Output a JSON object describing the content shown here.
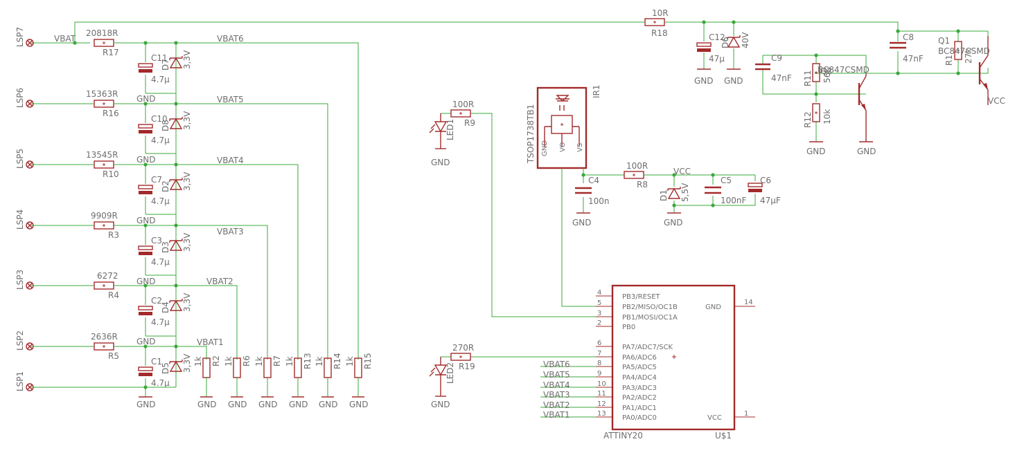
{
  "connectors": [
    "LSP7",
    "LSP6",
    "LSP5",
    "LSP4",
    "LSP3",
    "LSP2",
    "LSP1"
  ],
  "net_vbat": "VBAT",
  "resistors": {
    "r17": {
      "name": "R17",
      "value": "20818R"
    },
    "r16": {
      "name": "R16",
      "value": "15363R"
    },
    "r10": {
      "name": "R10",
      "value": "13545R"
    },
    "r3": {
      "name": "R3",
      "value": "9909R"
    },
    "r4": {
      "name": "R4",
      "value": "6272"
    },
    "r5": {
      "name": "R5",
      "value": "2636R"
    },
    "r18": {
      "name": "R18",
      "value": "10R"
    },
    "r9": {
      "name": "R9",
      "value": "100R"
    },
    "r19": {
      "name": "R19",
      "value": "270R"
    },
    "r8": {
      "name": "R8",
      "value": "100R"
    },
    "r11": {
      "name": "R11",
      "value": "56k"
    },
    "r12": {
      "name": "R12",
      "value": "10k"
    },
    "r1": {
      "name": "R1",
      "value": "27k"
    },
    "r2": {
      "name": "R2",
      "value": "1k"
    },
    "r6": {
      "name": "R6",
      "value": "1k"
    },
    "r7": {
      "name": "R7",
      "value": "1k"
    },
    "r13": {
      "name": "R13",
      "value": "1k"
    },
    "r14": {
      "name": "R14",
      "value": "1k"
    },
    "r15": {
      "name": "R15",
      "value": "1k"
    }
  },
  "caps": {
    "c11": {
      "name": "C11",
      "value": "4.7µ"
    },
    "c10": {
      "name": "C10",
      "value": "4.7µ"
    },
    "c7": {
      "name": "C7",
      "value": "4.7µ"
    },
    "c3": {
      "name": "C3",
      "value": "4.7µ"
    },
    "c2": {
      "name": "C2",
      "value": "4.7µ"
    },
    "c1": {
      "name": "C1",
      "value": "4.7µ"
    },
    "c12": {
      "name": "C12",
      "value": "47µ"
    },
    "c8": {
      "name": "C8",
      "value": "47nF"
    },
    "c9": {
      "name": "C9",
      "value": "47nF"
    },
    "c4": {
      "name": "C4",
      "value": "100n"
    },
    "c5": {
      "name": "C5",
      "value": "100nF"
    },
    "c6": {
      "name": "C6",
      "value": "47µF"
    }
  },
  "diodes": {
    "d7": {
      "name": "D7",
      "value": "3,3V"
    },
    "d8": {
      "name": "D8",
      "value": "3,3V"
    },
    "d2": {
      "name": "D2",
      "value": "3,3V"
    },
    "d3": {
      "name": "D3",
      "value": "3,3V"
    },
    "d4": {
      "name": "D4",
      "value": "3,3V"
    },
    "d5": {
      "name": "D5",
      "value": "3,3V"
    },
    "d6": {
      "name": "D6",
      "value": "40V"
    },
    "d1": {
      "name": "D1",
      "value": "5,5V"
    }
  },
  "nets": {
    "vbat6": "VBAT6",
    "vbat5": "VBAT5",
    "vbat4": "VBAT4",
    "vbat3": "VBAT3",
    "vbat2": "VBAT2",
    "vbat1": "VBAT1",
    "gnd": "GND",
    "vcc": "VCC"
  },
  "leds": {
    "led1": "LED1",
    "led2": "LED2"
  },
  "ir": {
    "name": "IR1",
    "part": "TSOP1738TB1",
    "pins": [
      "GND",
      "VO",
      "VS"
    ]
  },
  "transistors": {
    "q1": {
      "name": "Q1",
      "part": "BC847CSMD"
    },
    "q2": {
      "name": "Q2",
      "part": "BC847CSMD"
    }
  },
  "mcu": {
    "name": "ATTINY20",
    "ref": "U$1",
    "left_pins": [
      {
        "num": "4",
        "label": "PB3/RESET"
      },
      {
        "num": "5",
        "label": "PB2/MISO/OC1B"
      },
      {
        "num": "3",
        "label": "PB1/MOSI/OC1A"
      },
      {
        "num": "2",
        "label": "PB0"
      },
      {
        "num": "6",
        "label": "PA7/ADC7/SCK"
      },
      {
        "num": "7",
        "label": "PA6/ADC6"
      },
      {
        "num": "8",
        "label": "PA5/ADC5"
      },
      {
        "num": "9",
        "label": "PA4/ADC4"
      },
      {
        "num": "10",
        "label": "PA3/ADC3"
      },
      {
        "num": "11",
        "label": "PA2/ADC2"
      },
      {
        "num": "12",
        "label": "PA1/ADC1"
      },
      {
        "num": "13",
        "label": "PA0/ADC0"
      }
    ],
    "gnd_label": "GND",
    "gnd_num": "14",
    "vcc_label": "VCC",
    "vcc_num": "1"
  }
}
